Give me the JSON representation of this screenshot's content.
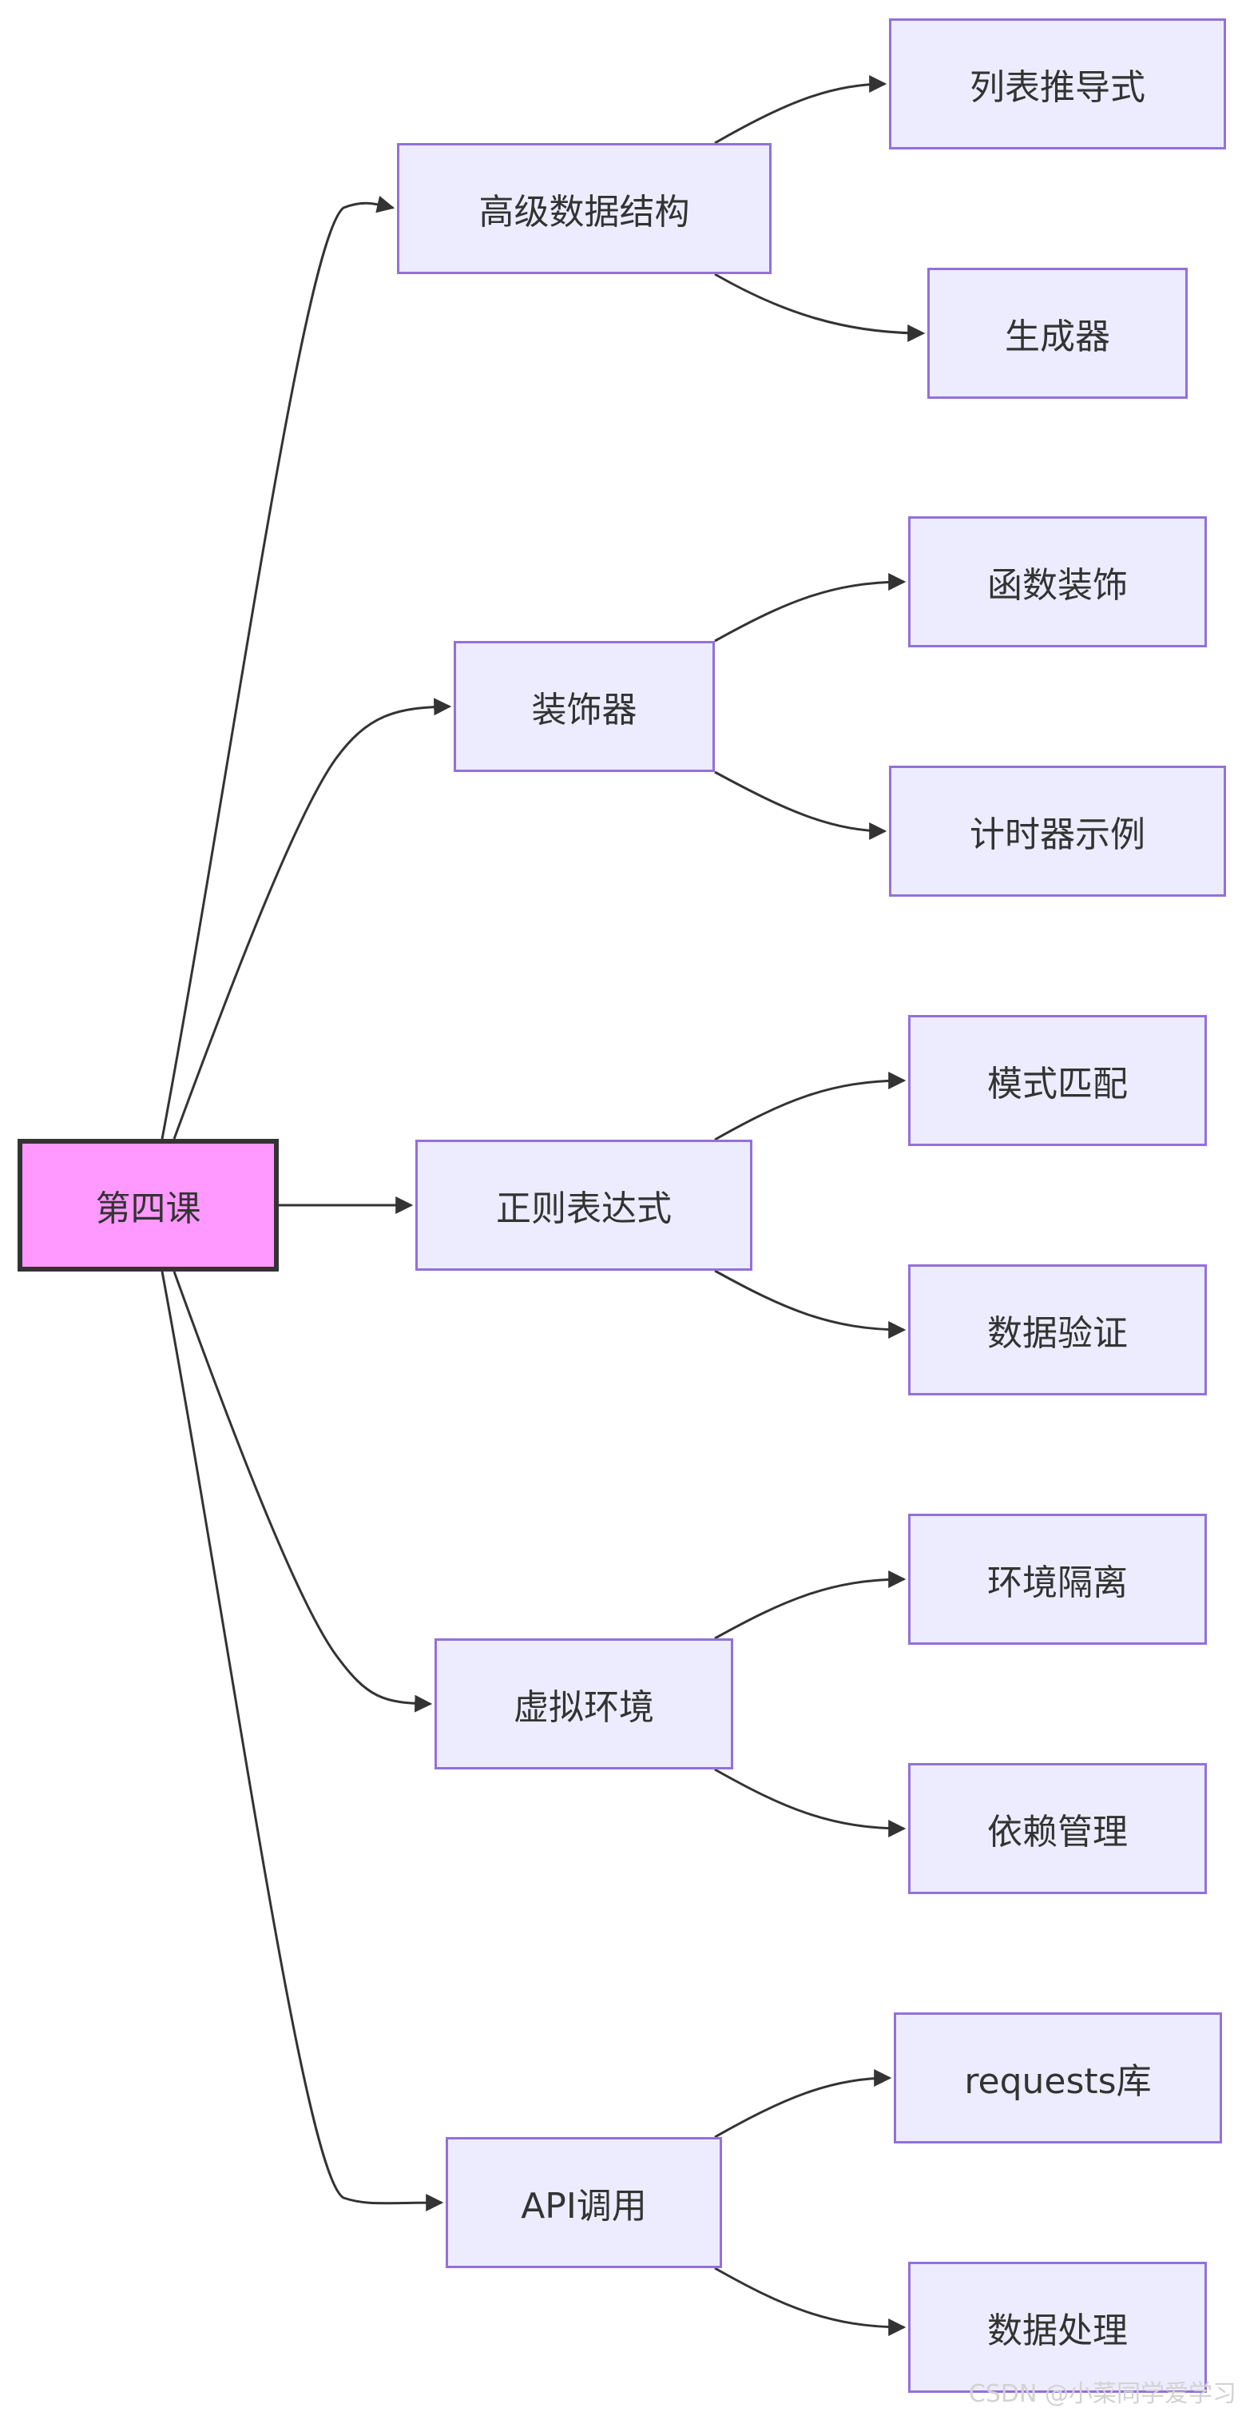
{
  "diagram": {
    "root": "第四课",
    "branches": [
      {
        "label": "高级数据结构",
        "children": [
          "列表推导式",
          "生成器"
        ]
      },
      {
        "label": "装饰器",
        "children": [
          "函数装饰",
          "计时器示例"
        ]
      },
      {
        "label": "正则表达式",
        "children": [
          "模式匹配",
          "数据验证"
        ]
      },
      {
        "label": "虚拟环境",
        "children": [
          "环境隔离",
          "依赖管理"
        ]
      },
      {
        "label": "API调用",
        "children": [
          "requests库",
          "数据处理"
        ]
      }
    ]
  },
  "colors": {
    "root_fill": "#ff99ff",
    "root_border": "#333333",
    "node_fill": "#ececfe",
    "node_border": "#9370db",
    "edge": "#333333",
    "text": "#333333"
  },
  "watermark": "CSDN @小菜同学爱学习"
}
